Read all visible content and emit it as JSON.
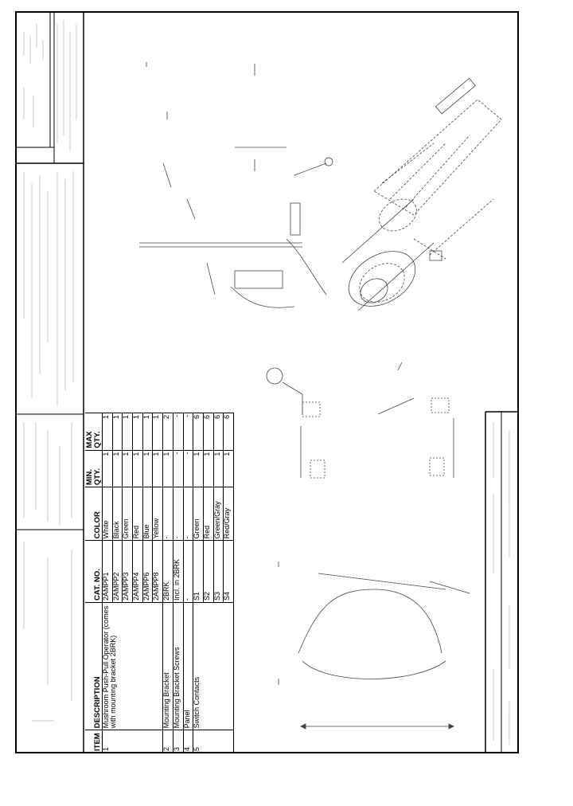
{
  "table": {
    "headers": {
      "item": "ITEM",
      "description": "DESCRIPTION",
      "cat_no": "CAT. NO.",
      "color": "COLOR",
      "min_qty": "MIN. QTY.",
      "max_qty": "MAX QTY."
    },
    "items": [
      {
        "item": "1",
        "description": "Mushroom Push-Pull Operator (comes with mounting bracket 2BRK)",
        "rows": [
          {
            "cat_no": "2AMPP1",
            "color": "White",
            "min_qty": "1",
            "max_qty": "1"
          },
          {
            "cat_no": "2AMPP2",
            "color": "Black",
            "min_qty": "1",
            "max_qty": "1"
          },
          {
            "cat_no": "2AMPP3",
            "color": "Green",
            "min_qty": "1",
            "max_qty": "1"
          },
          {
            "cat_no": "2AMPP4",
            "color": "Red",
            "min_qty": "1",
            "max_qty": "1"
          },
          {
            "cat_no": "2AMPP6",
            "color": "Blue",
            "min_qty": "1",
            "max_qty": "1"
          },
          {
            "cat_no": "2AMPP8",
            "color": "Yellow",
            "min_qty": "1",
            "max_qty": "1"
          }
        ]
      },
      {
        "item": "2",
        "description": "Mounting Bracket",
        "rows": [
          {
            "cat_no": "2BRK",
            "color": "-",
            "min_qty": "1",
            "max_qty": "2"
          }
        ]
      },
      {
        "item": "3",
        "description": "Mounting Bracket Screws",
        "rows": [
          {
            "cat_no": "Incl. in 2BRK",
            "color": "-",
            "min_qty": "-",
            "max_qty": "-"
          }
        ]
      },
      {
        "item": "4",
        "description": "Panel",
        "rows": [
          {
            "cat_no": "-",
            "color": "-",
            "min_qty": "-",
            "max_qty": "-"
          }
        ]
      },
      {
        "item": "5",
        "description": "Switch Contacts",
        "rows": [
          {
            "cat_no": "S1",
            "color": "Green",
            "min_qty": "1",
            "max_qty": "6"
          },
          {
            "cat_no": "S2",
            "color": "Red",
            "min_qty": "1",
            "max_qty": "6"
          },
          {
            "cat_no": "S3",
            "color": "Green/Gray",
            "min_qty": "1",
            "max_qty": "6"
          },
          {
            "cat_no": "S4",
            "color": "Red/Gray",
            "min_qty": "1",
            "max_qty": "6"
          }
        ]
      }
    ]
  }
}
